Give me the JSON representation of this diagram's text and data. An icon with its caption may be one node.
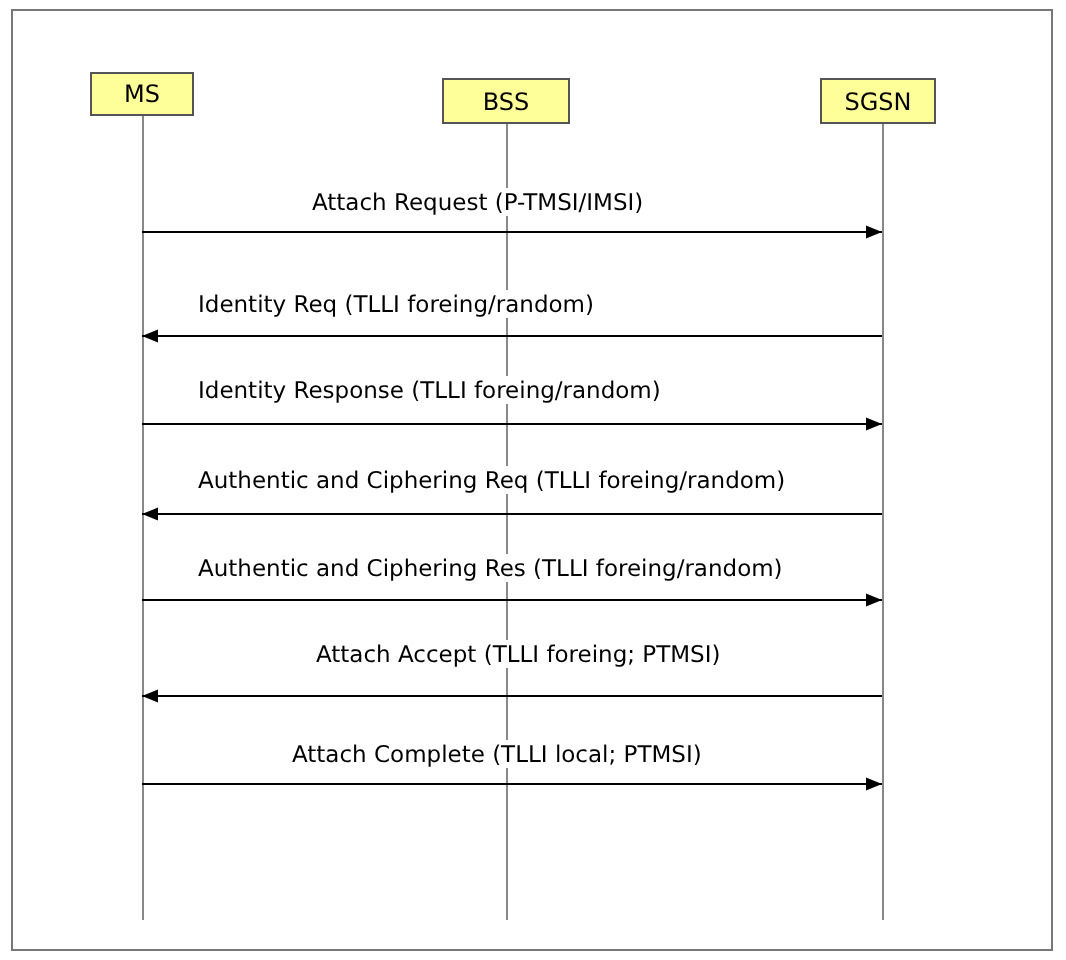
{
  "diagram": {
    "nodes": [
      {
        "text": [
          "MS"
        ]
      },
      {
        "text": [
          "BSS"
        ]
      },
      {
        "text": [
          "SGSN"
        ]
      }
    ],
    "edges": [
      {
        "from": 0,
        "to": 2,
        "arrow": "to",
        "label": "Attach Request (P-TMSI/IMSI)"
      },
      {
        "from": 2,
        "to": 0,
        "arrow": "to",
        "label": "Identity Req (TLLI foreing/random)"
      },
      {
        "from": 0,
        "to": 2,
        "arrow": "to",
        "label": "Identity Response (TLLI foreing/random)"
      },
      {
        "from": 2,
        "to": 0,
        "arrow": "to",
        "label": "Authentic and Ciphering Req (TLLI foreing/random)"
      },
      {
        "from": 0,
        "to": 2,
        "arrow": "to",
        "label": "Authentic and Ciphering Res (TLLI foreing/random)"
      },
      {
        "from": 2,
        "to": 0,
        "arrow": "to",
        "label": "Attach Accept (TLLI foreing; PTMSI)"
      },
      {
        "from": 0,
        "to": 2,
        "arrow": "to",
        "label": "Attach Complete (TLLI local; PTMSI)"
      }
    ]
  }
}
